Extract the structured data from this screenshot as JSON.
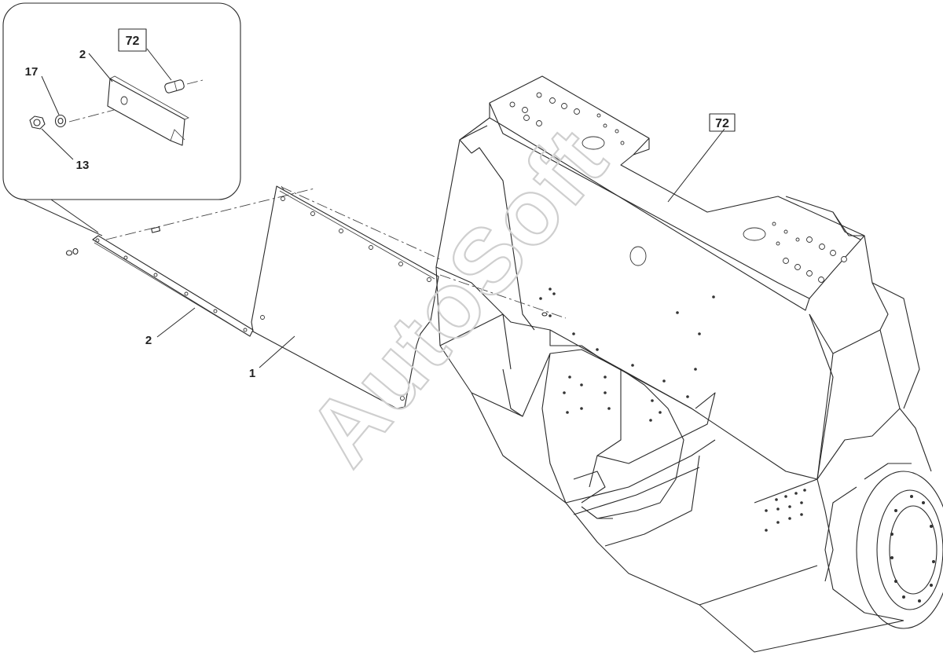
{
  "diagram": {
    "watermark": "AutoSoft",
    "detail_inset": {
      "callouts": {
        "assembly_ref": "72",
        "bracket": "2",
        "washer": "17",
        "nut": "13"
      }
    },
    "main_callouts": {
      "frame_ref": "72",
      "mudguard_panel": "1",
      "bracket_strip": "2"
    }
  }
}
